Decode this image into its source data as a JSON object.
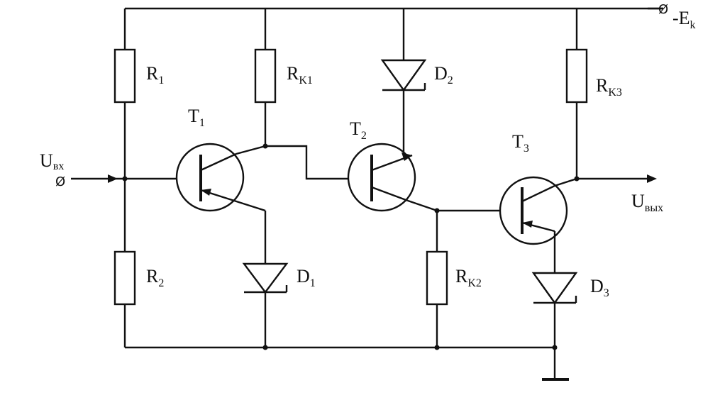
{
  "labels": {
    "r1": "R",
    "r1_sub": "1",
    "r2": "R",
    "r2_sub": "2",
    "rk1": "R",
    "rk1_sub": "K1",
    "rk2": "R",
    "rk2_sub": "K2",
    "rk3": "R",
    "rk3_sub": "K3",
    "t1": "T",
    "t1_sub": "1",
    "t2": "T",
    "t2_sub": "2",
    "t3": "T",
    "t3_sub": "3",
    "d1": "D",
    "d1_sub": "1",
    "d2": "D",
    "d2_sub": "2",
    "d3": "D",
    "d3_sub": "3",
    "uin": "U",
    "uin_sub": "вх",
    "uout": "U",
    "uout_sub": "вых",
    "supply": "-E",
    "supply_sub": "k",
    "terminal_symbol": "Ø"
  }
}
